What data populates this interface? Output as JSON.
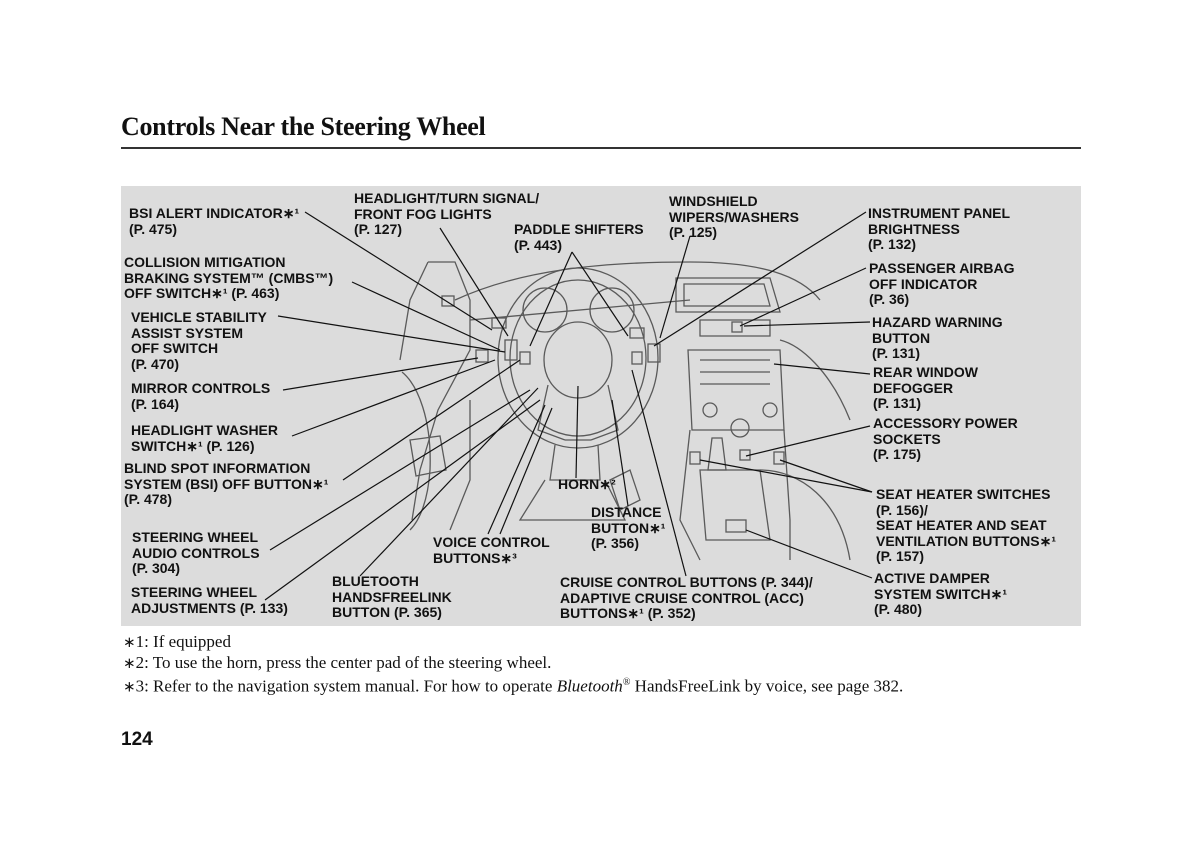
{
  "page": {
    "title": "Controls Near the Steering Wheel",
    "page_number": "124"
  },
  "labels": {
    "bsi_alert": "BSI ALERT INDICATOR∗¹\n(P. 475)",
    "cmbs": "COLLISION MITIGATION\nBRAKING SYSTEM™ (CMBS™)\nOFF SWITCH∗¹ (P. 463)",
    "vsa": "VEHICLE STABILITY\nASSIST SYSTEM\nOFF SWITCH\n(P. 470)",
    "mirror": "MIRROR CONTROLS\n(P. 164)",
    "headlight_washer": "HEADLIGHT WASHER\nSWITCH∗¹ (P. 126)",
    "bsi_off": "BLIND SPOT INFORMATION\nSYSTEM (BSI) OFF BUTTON∗¹\n(P. 478)",
    "audio": "STEERING WHEEL\nAUDIO CONTROLS\n(P. 304)",
    "adjust": "STEERING WHEEL\nADJUSTMENTS (P. 133)",
    "headlight_turn": "HEADLIGHT/TURN SIGNAL/\nFRONT FOG LIGHTS\n(P. 127)",
    "paddle": "PADDLE SHIFTERS\n(P. 443)",
    "wipers": "WINDSHIELD\nWIPERS/WASHERS\n(P. 125)",
    "brightness": "INSTRUMENT PANEL\nBRIGHTNESS\n(P. 132)",
    "airbag": "PASSENGER AIRBAG\nOFF INDICATOR\n(P. 36)",
    "hazard": "HAZARD WARNING\nBUTTON\n(P. 131)",
    "defogger": "REAR WINDOW\nDEFOGGER\n(P. 131)",
    "accessory": "ACCESSORY POWER\nSOCKETS\n(P. 175)",
    "seat_heater": "SEAT HEATER SWITCHES\n(P. 156)/\nSEAT HEATER AND SEAT\nVENTILATION BUTTONS∗¹\n(P. 157)",
    "damper": "ACTIVE DAMPER\nSYSTEM SWITCH∗¹\n(P. 480)",
    "horn": "HORN∗²",
    "distance": "DISTANCE\nBUTTON∗¹\n(P. 356)",
    "voice": "VOICE CONTROL\nBUTTONS∗³",
    "bluetooth": "BLUETOOTH\nHANDSFREELINK\nBUTTON (P. 365)",
    "cruise": "CRUISE CONTROL BUTTONS (P. 344)/\nADAPTIVE CRUISE CONTROL (ACC)\nBUTTONS∗¹ (P. 352)"
  },
  "footnotes": {
    "mark": "∗",
    "note1": "1: If equipped",
    "note2": "2: To use the horn, press the center pad of the steering wheel.",
    "note3_a": "3: Refer to the navigation system manual. For how to operate ",
    "note3_italic": "Bluetooth",
    "note3_reg": "®",
    "note3_b": " HandsFreeLink by voice, see page 382."
  },
  "colors": {
    "figure_bg": "#dcdcdc",
    "line": "#111111",
    "sketch": "#5a5a5a"
  }
}
